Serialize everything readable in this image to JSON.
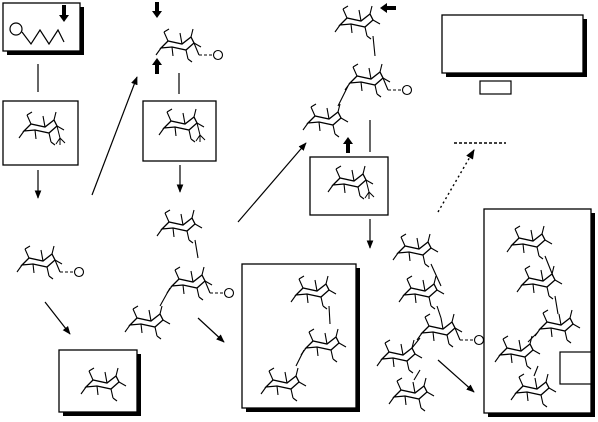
{
  "diagram": {
    "title": "",
    "description_text": "",
    "nodes": [
      {
        "id": "linker-resin",
        "kind": "boxed-panel",
        "caption": ""
      },
      {
        "id": "glycosyl-donor-1",
        "kind": "boxed-panel",
        "caption": ""
      },
      {
        "id": "intermediate-monosaccharide",
        "kind": "free-structure",
        "caption": ""
      },
      {
        "id": "product-monosaccharide",
        "kind": "boxed-panel",
        "caption": ""
      },
      {
        "id": "acceptor-monosaccharide",
        "kind": "free-structure",
        "caption": ""
      },
      {
        "id": "glycosyl-donor-2",
        "kind": "boxed-panel",
        "caption": ""
      },
      {
        "id": "intermediate-trisaccharide",
        "kind": "free-structure",
        "caption": ""
      },
      {
        "id": "product-trisaccharide",
        "kind": "boxed-panel",
        "caption": ""
      },
      {
        "id": "acceptor-trisaccharide",
        "kind": "free-structure",
        "caption": ""
      },
      {
        "id": "glycosyl-donor-3",
        "kind": "boxed-panel",
        "caption": ""
      },
      {
        "id": "legend-panel",
        "kind": "boxed-panel",
        "caption": ""
      },
      {
        "id": "intermediate-branched-oligosaccharide",
        "kind": "free-structure",
        "caption": ""
      },
      {
        "id": "product-branched-oligosaccharide",
        "kind": "boxed-panel",
        "caption": ""
      }
    ],
    "arrows": [
      {
        "from": "linker-resin",
        "to": "glycosyl-donor-1",
        "style": "plain-line"
      },
      {
        "from": "glycosyl-donor-1",
        "to": "intermediate-monosaccharide",
        "style": "arrow"
      },
      {
        "from": "intermediate-monosaccharide",
        "to": "product-monosaccharide",
        "style": "arrow"
      },
      {
        "from": "intermediate-monosaccharide",
        "to": "acceptor-monosaccharide",
        "style": "arrow"
      },
      {
        "from": "acceptor-monosaccharide",
        "to": "glycosyl-donor-2",
        "style": "plain-line"
      },
      {
        "from": "glycosyl-donor-2",
        "to": "intermediate-trisaccharide",
        "style": "arrow"
      },
      {
        "from": "intermediate-trisaccharide",
        "to": "product-trisaccharide",
        "style": "arrow"
      },
      {
        "from": "intermediate-trisaccharide",
        "to": "acceptor-trisaccharide",
        "style": "arrow"
      },
      {
        "from": "acceptor-trisaccharide",
        "to": "glycosyl-donor-3",
        "style": "plain-line"
      },
      {
        "from": "glycosyl-donor-3",
        "to": "intermediate-branched-oligosaccharide",
        "style": "arrow"
      },
      {
        "from": "intermediate-branched-oligosaccharide",
        "to": "product-branched-oligosaccharide",
        "style": "arrow"
      },
      {
        "from": "intermediate-branched-oligosaccharide",
        "to": "legend-panel",
        "style": "dotted-arrow"
      }
    ],
    "colors": {
      "ink": "#000000",
      "background": "#ffffff",
      "panel_shadow": "#000000"
    }
  }
}
